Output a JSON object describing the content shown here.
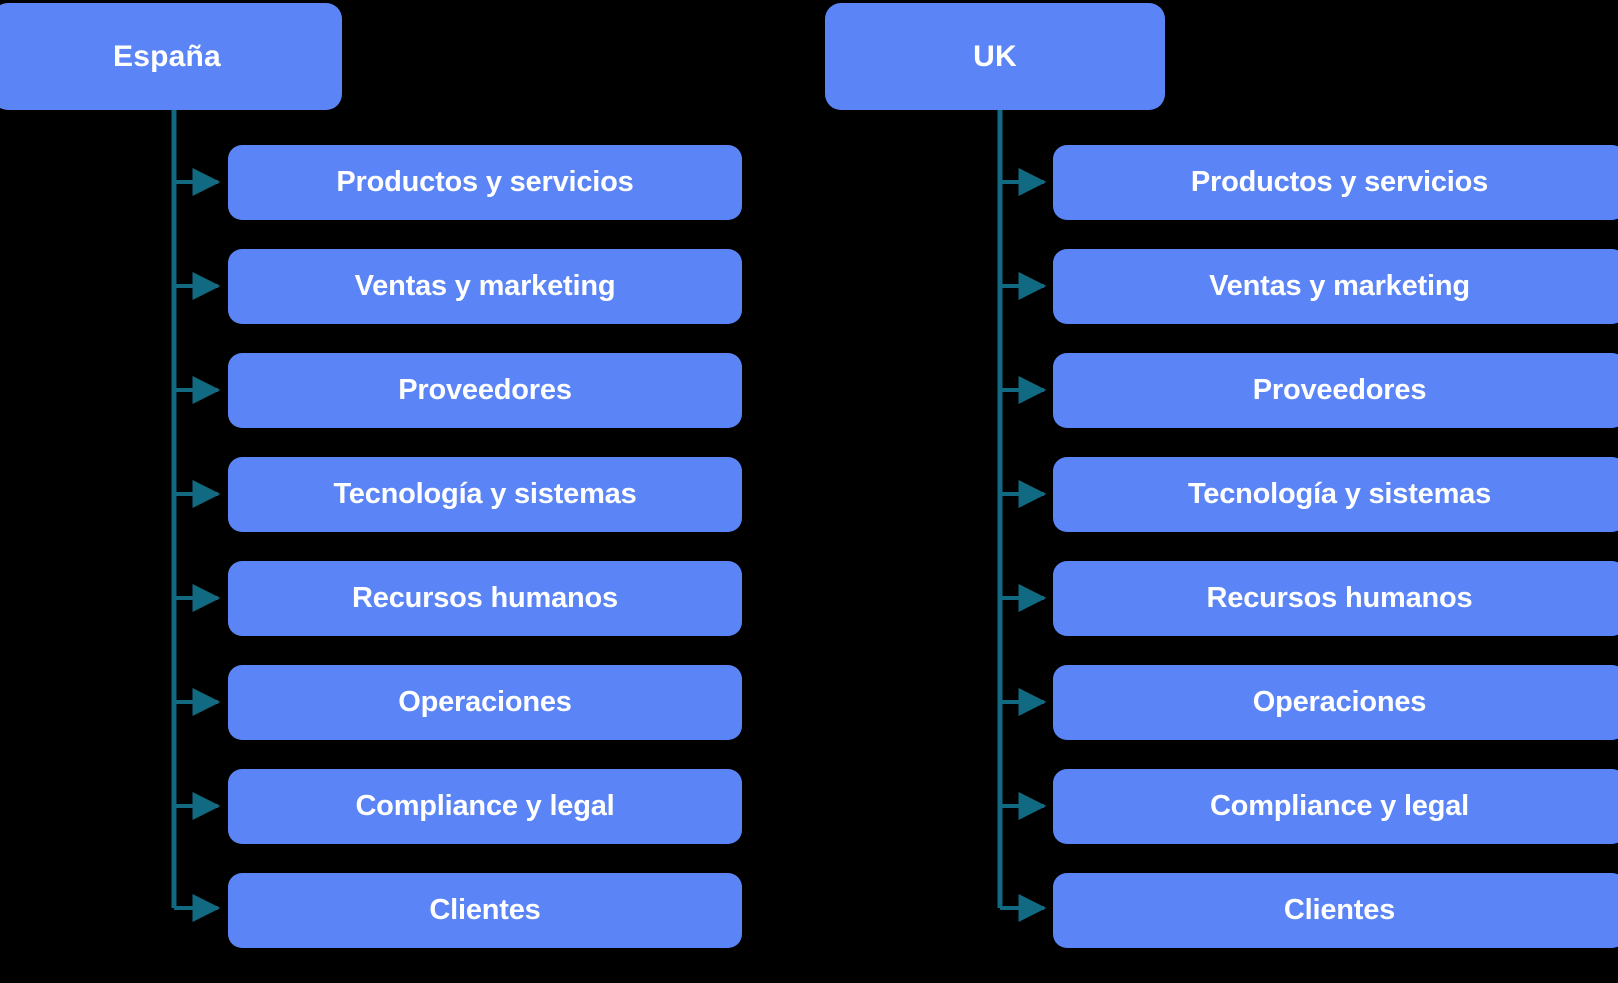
{
  "diagram": {
    "type": "org-hierarchy-two-columns",
    "background_color": "#000000",
    "node_color": "#5B84F6",
    "node_text_color": "#FFFFFF",
    "connector_color": "#116A82",
    "columns": [
      {
        "id": "espana",
        "root": {
          "label": "España"
        },
        "children": [
          {
            "label": "Productos y servicios"
          },
          {
            "label": "Ventas y marketing"
          },
          {
            "label": "Proveedores"
          },
          {
            "label": "Tecnología y sistemas"
          },
          {
            "label": "Recursos humanos"
          },
          {
            "label": "Operaciones"
          },
          {
            "label": "Compliance y legal"
          },
          {
            "label": "Clientes"
          }
        ]
      },
      {
        "id": "uk",
        "root": {
          "label": "UK"
        },
        "children": [
          {
            "label": "Productos y servicios"
          },
          {
            "label": "Ventas y marketing"
          },
          {
            "label": "Proveedores"
          },
          {
            "label": "Tecnología y sistemas"
          },
          {
            "label": "Recursos humanos"
          },
          {
            "label": "Operaciones"
          },
          {
            "label": "Compliance y legal"
          },
          {
            "label": "Clientes"
          }
        ]
      }
    ]
  }
}
